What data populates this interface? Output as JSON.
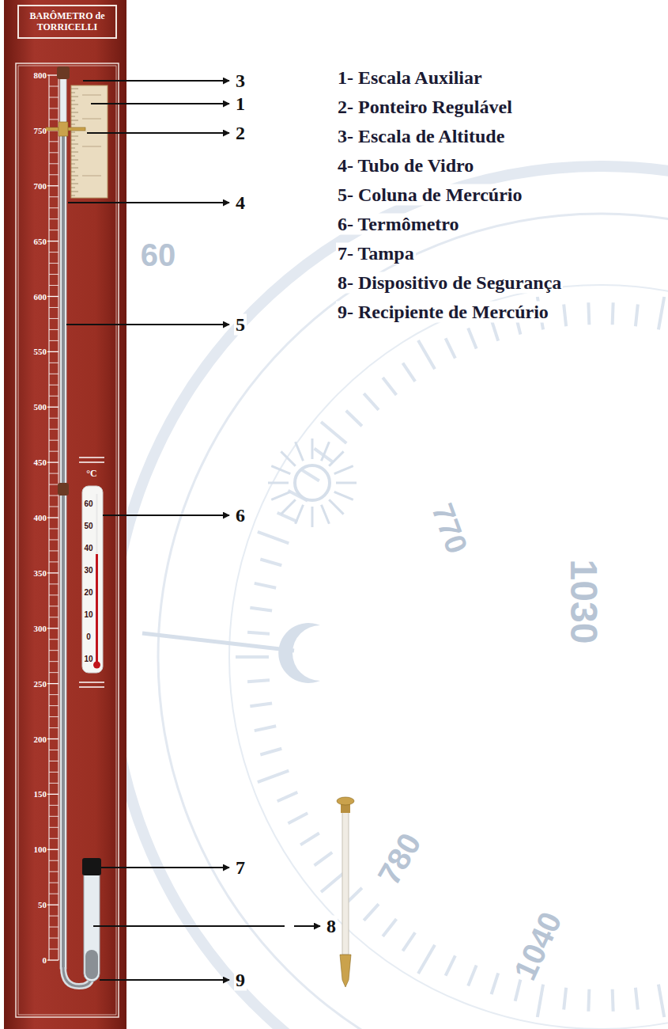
{
  "diagram": {
    "nodes": [
      {
        "text": [
          "BARÔMETRO de TORRICELLI"
        ]
      }
    ],
    "labels": [
      "3",
      "1",
      "2",
      "4",
      "5",
      "6",
      "7",
      "8",
      "9",
      "1- Escala Auxiliar",
      "2- Ponteiro Regulável",
      "3- Escala de Altitude",
      "4- Tubo de Vidro",
      "5- Coluna de Mercúrio",
      "6- Termômetro",
      "7- Tampa",
      "8- Dispositivo de Segurança",
      "9- Recipiente de Mercúrio",
      "800",
      "750",
      "700",
      "650",
      "600",
      "550",
      "500",
      "450",
      "400",
      "350",
      "300",
      "250",
      "200",
      "150",
      "100",
      "50",
      "0",
      "°C",
      "60",
      "50",
      "40",
      "30",
      "20",
      "10",
      "0",
      "10",
      "60",
      "770",
      "1030",
      "780",
      "1040"
    ]
  }
}
